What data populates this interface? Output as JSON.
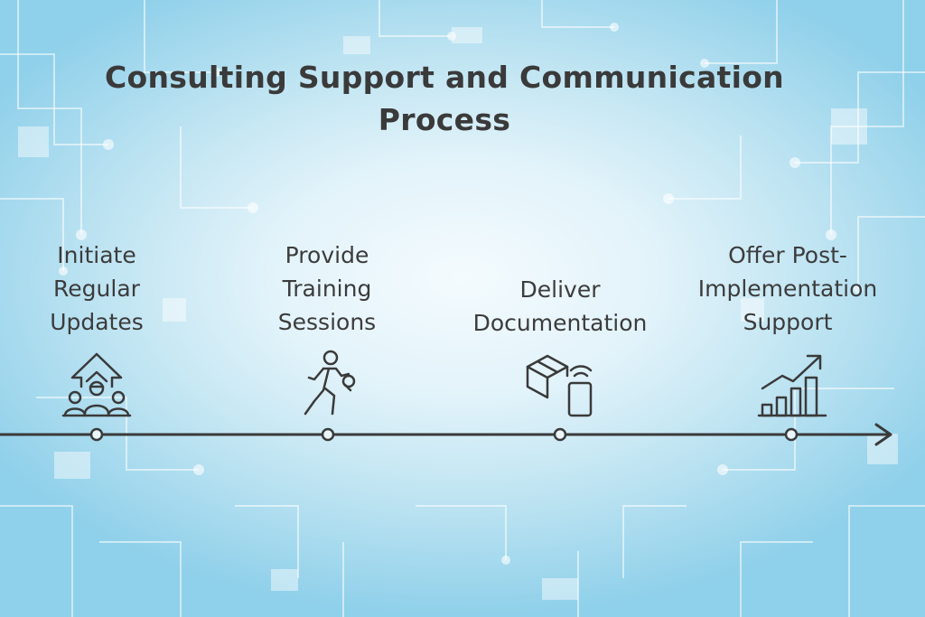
{
  "title": {
    "line1": "Consulting Support and Communication",
    "line2": "Process"
  },
  "steps": [
    {
      "lines": [
        "Initiate",
        "Regular",
        "Updates"
      ],
      "icon": "team-growth-icon"
    },
    {
      "lines": [
        "Provide",
        "Training",
        "Sessions"
      ],
      "icon": "running-person-icon"
    },
    {
      "lines": [
        "Deliver",
        "Documentation"
      ],
      "icon": "package-delivery-icon"
    },
    {
      "lines": [
        "Offer Post-",
        "Implementation",
        "Support"
      ],
      "icon": "bar-chart-growth-icon"
    }
  ],
  "colors": {
    "ink": "#3a3a3a",
    "background": "#bfe4f2"
  }
}
